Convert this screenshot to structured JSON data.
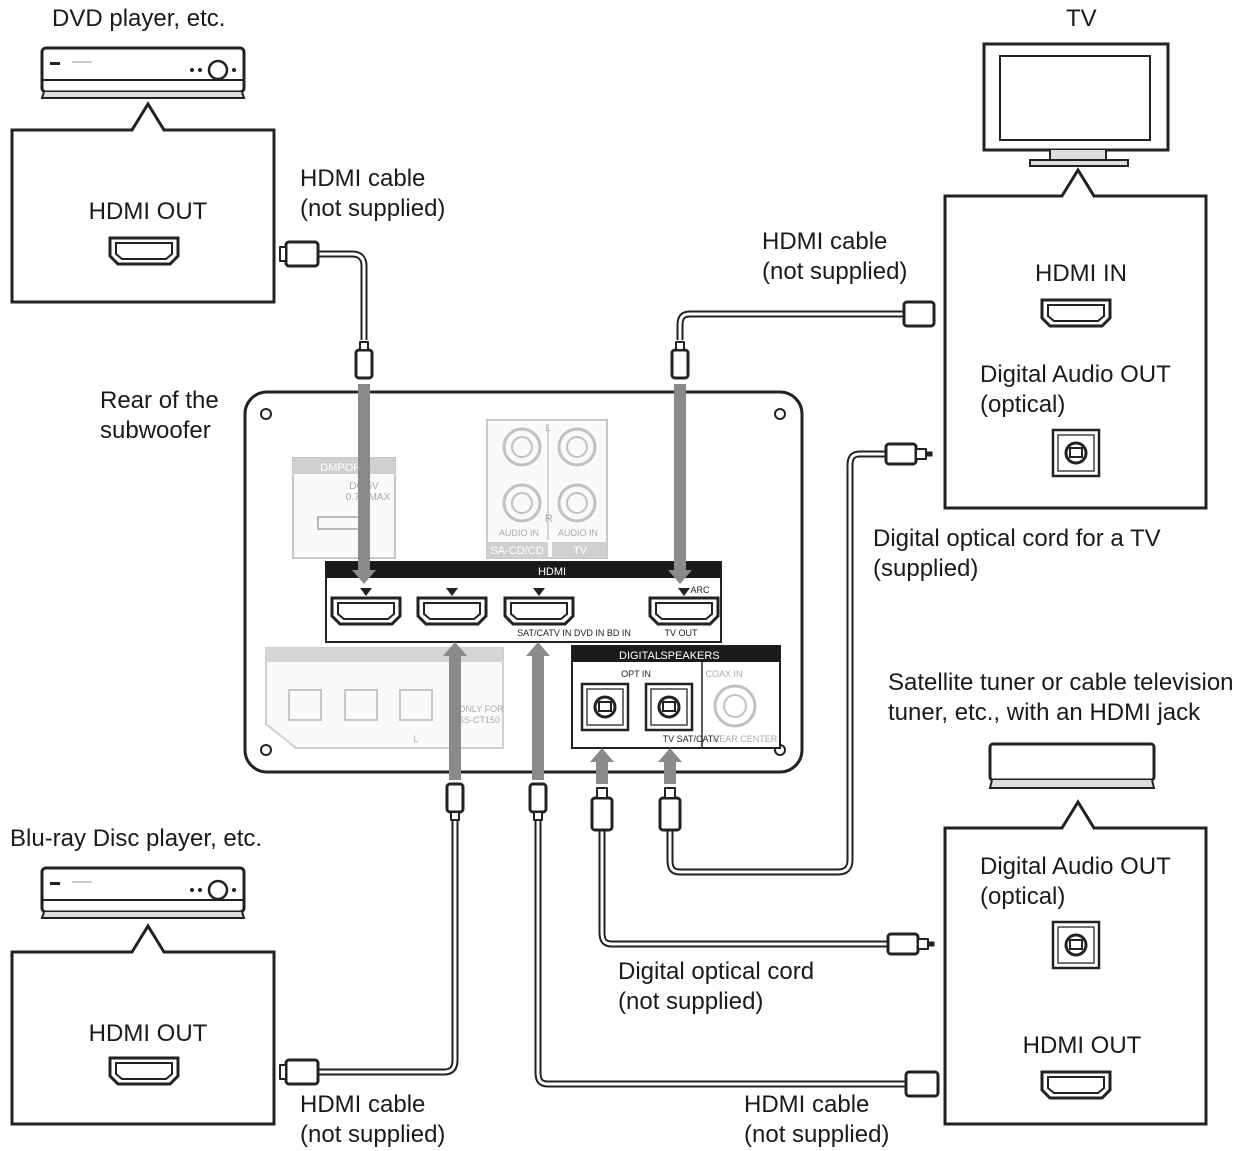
{
  "devices": {
    "dvd_title": "DVD player, etc.",
    "tv_title": "TV",
    "bluray_title": "Blu-ray Disc player, etc.",
    "satellite_title_1": "Satellite tuner or cable television",
    "satellite_title_2": "tuner, etc., with an HDMI jack",
    "subwoofer_1": "Rear of the",
    "subwoofer_2": "subwoofer"
  },
  "ports": {
    "dvd_hdmi_out": "HDMI OUT",
    "tv_hdmi_in": "HDMI IN",
    "tv_digital_audio_out": "Digital Audio OUT",
    "tv_optical": "(optical)",
    "sat_digital_audio_out": "Digital Audio OUT",
    "sat_optical": "(optical)",
    "sat_hdmi_out": "HDMI OUT",
    "bluray_hdmi_out": "HDMI OUT"
  },
  "cables": {
    "hdmi_dvd_1": "HDMI cable",
    "hdmi_dvd_2": "(not supplied)",
    "hdmi_tv_1": "HDMI cable",
    "hdmi_tv_2": "(not supplied)",
    "optical_tv_1": "Digital optical cord for a TV",
    "optical_tv_2": "(supplied)",
    "optical_sat_1": "Digital optical cord",
    "optical_sat_2": "(not supplied)",
    "hdmi_bluray_1": "HDMI cable",
    "hdmi_bluray_2": "(not supplied)",
    "hdmi_sat_1": "HDMI cable",
    "hdmi_sat_2": "(not supplied)"
  },
  "panel": {
    "dmport": "DMPORT",
    "dmport_rating_1": "DC 5V",
    "dmport_rating_2": "0.7A MAX",
    "audio_in_1": "AUDIO IN",
    "audio_in_2": "AUDIO IN",
    "audio_l": "L",
    "audio_r": "R",
    "sacd": "SA-CD/CD",
    "tv": "TV",
    "hdmi_header": "HDMI",
    "arc": "ARC",
    "in_labels": "SAT/CATV IN   DVD IN   BD IN",
    "tv_out": "TV OUT",
    "digital_header": "DIGITAL",
    "speakers_header": "SPEAKERS",
    "opt_in": "OPT IN",
    "coax_in": "COAX IN",
    "tv_sat_label": "TV      SAT/CATV",
    "rear_center": "REAR CENTER",
    "only_for_1": "ONLY FOR",
    "only_for_2": "SS-CT150",
    "speaker_l": "L"
  }
}
